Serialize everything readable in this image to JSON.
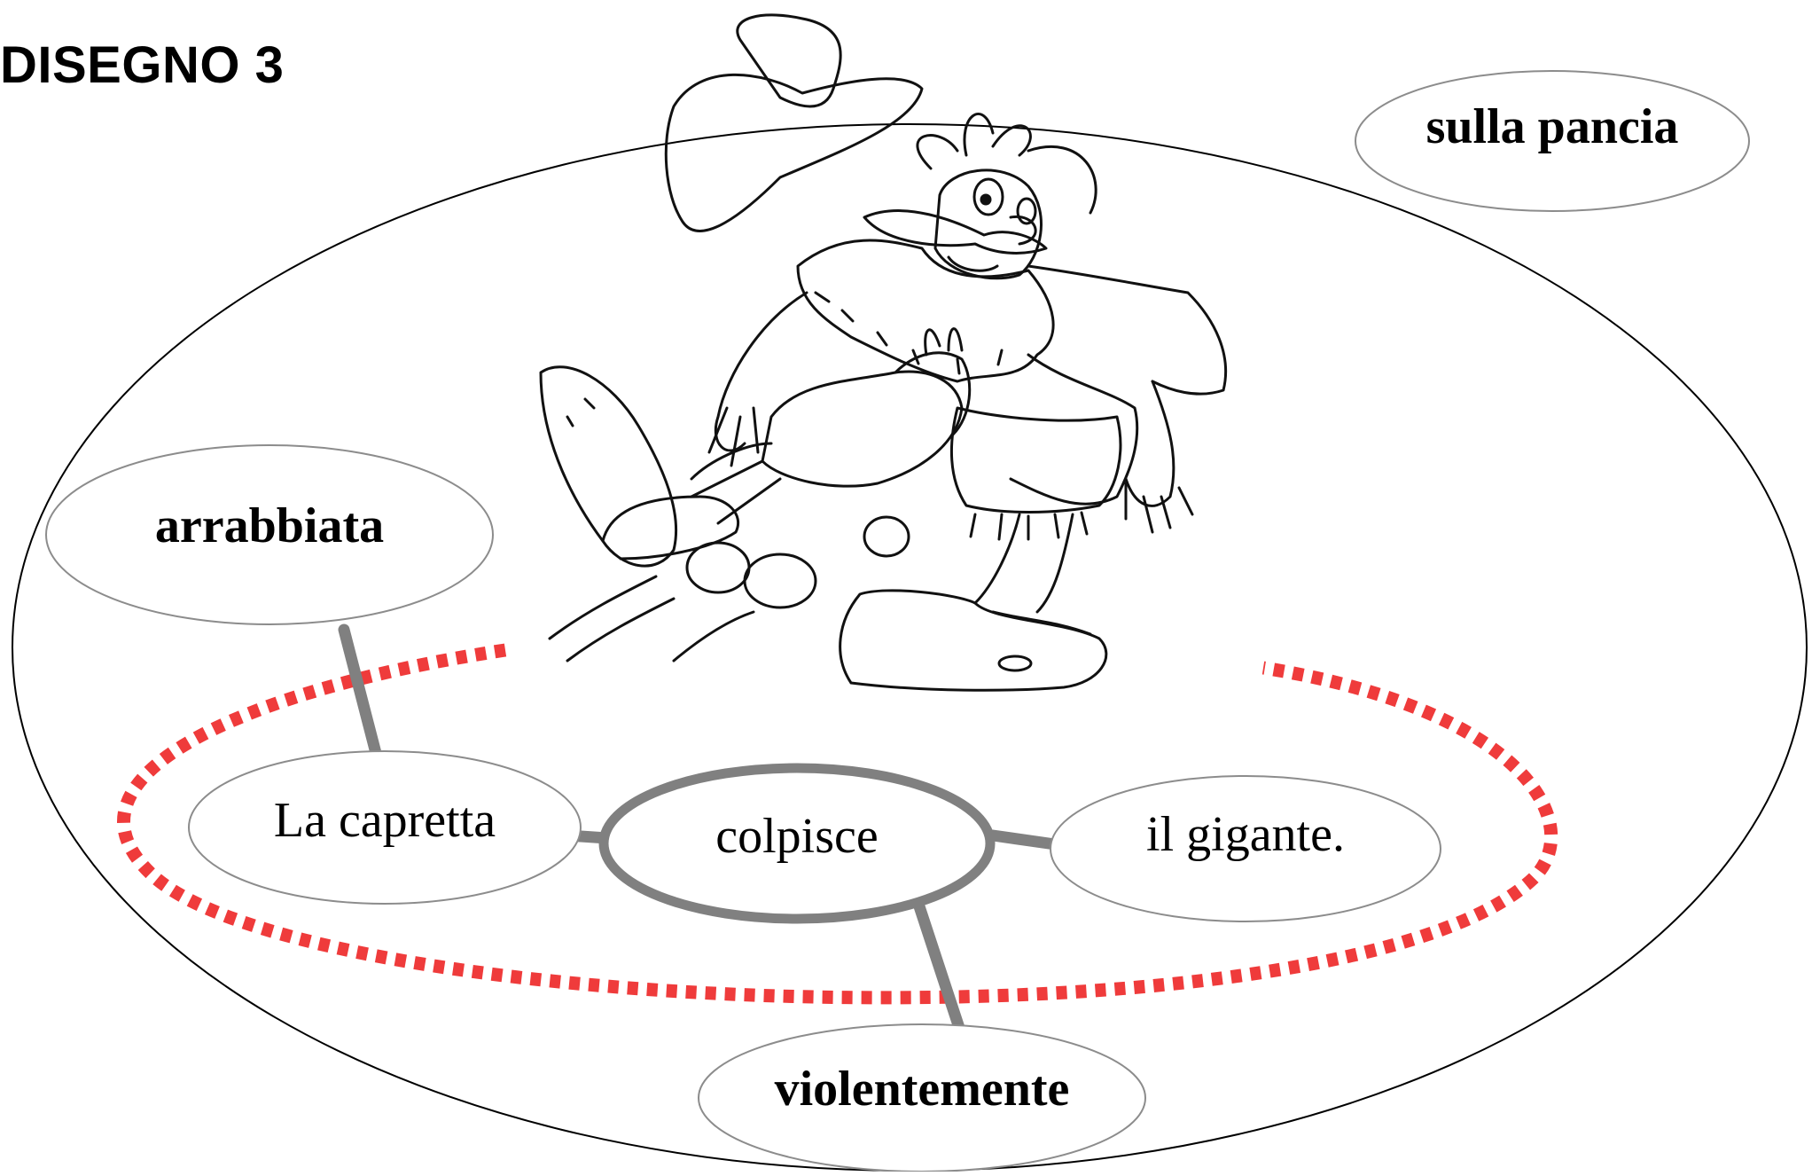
{
  "title": "DISEGNO 3",
  "nodes": {
    "subject": "La capretta",
    "verb": "colpisce",
    "object": "il gigante.",
    "subject_modifier": "arrabbiata",
    "verb_modifier": "violentemente",
    "loose_complement": "sulla pancia"
  },
  "illustration": "giant-kicked-by-goat",
  "colors": {
    "outline": "#000000",
    "link": "#808080",
    "core_dotted": "#ef3b3b",
    "node_border": "#8c8c8c"
  }
}
